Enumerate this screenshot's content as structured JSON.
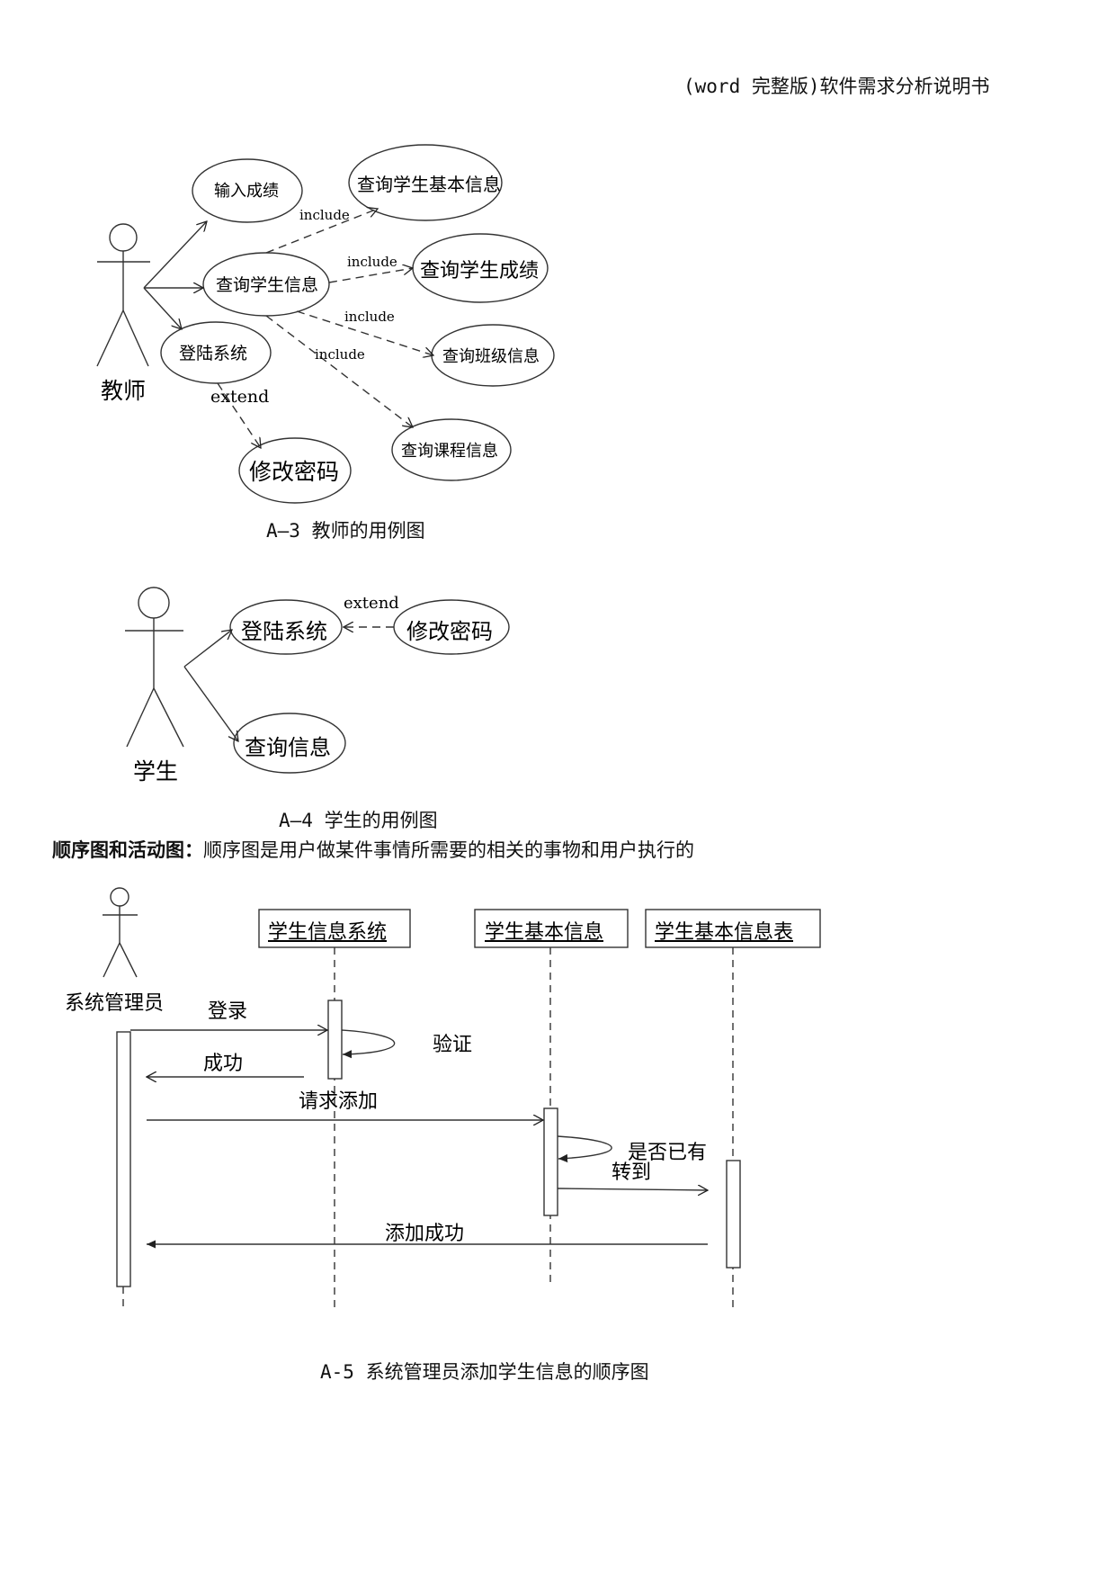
{
  "header": {
    "text": "(word 完整版)软件需求分析说明书"
  },
  "fig_a3": {
    "actor": "教师",
    "use_cases": {
      "input_scores": "输入成绩",
      "query_basic_info": "查询学生基本信息",
      "query_student_info": "查询学生信息",
      "query_scores": "查询学生成绩",
      "query_class_info": "查询班级信息",
      "query_course_info": "查询课程信息",
      "login": "登陆系统",
      "change_password": "修改密码"
    },
    "relations": {
      "include_1": "include",
      "include_2": "include",
      "include_3": "include",
      "include_4": "include",
      "extend": "extend"
    },
    "caption": "A—3 教师的用例图"
  },
  "fig_a4": {
    "actor": "学生",
    "use_cases": {
      "login": "登陆系统",
      "change_password": "修改密码",
      "query_info": "查询信息"
    },
    "relations": {
      "extend": "extend"
    },
    "caption": "A—4 学生的用例图"
  },
  "paragraph": {
    "bold": "顺序图和活动图：",
    "text": "顺序图是用户做某件事情所需要的相关的事物和用户执行的"
  },
  "fig_a5": {
    "actor": "系统管理员",
    "objects": {
      "system": "学生信息系统",
      "basic_info": "学生基本信息",
      "basic_info_table": "学生基本信息表"
    },
    "messages": {
      "login": "登录",
      "verify": "验证",
      "success": "成功",
      "request_add": "请求添加",
      "exists_check": "是否已有",
      "goto": "转到",
      "add_success": "添加成功"
    },
    "caption": "A-5 系统管理员添加学生信息的顺序图"
  }
}
